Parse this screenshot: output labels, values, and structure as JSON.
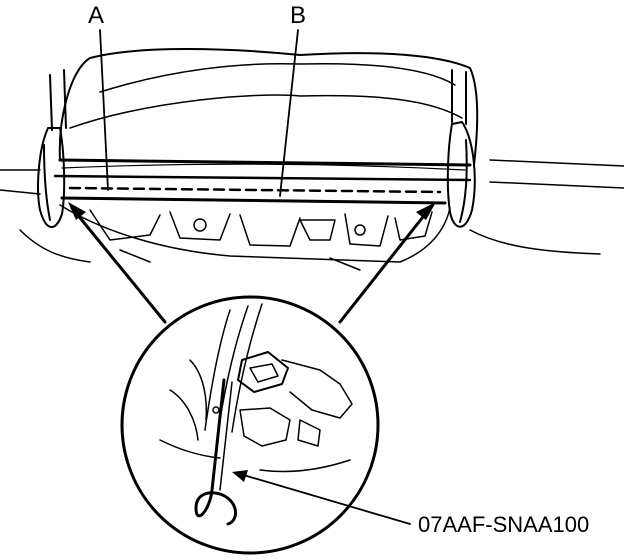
{
  "callouts": {
    "label_a": "A",
    "label_b": "B",
    "tool_number": "07AAF-SNAA100"
  },
  "colors": {
    "line": "#000000",
    "background": "#ffffff"
  }
}
